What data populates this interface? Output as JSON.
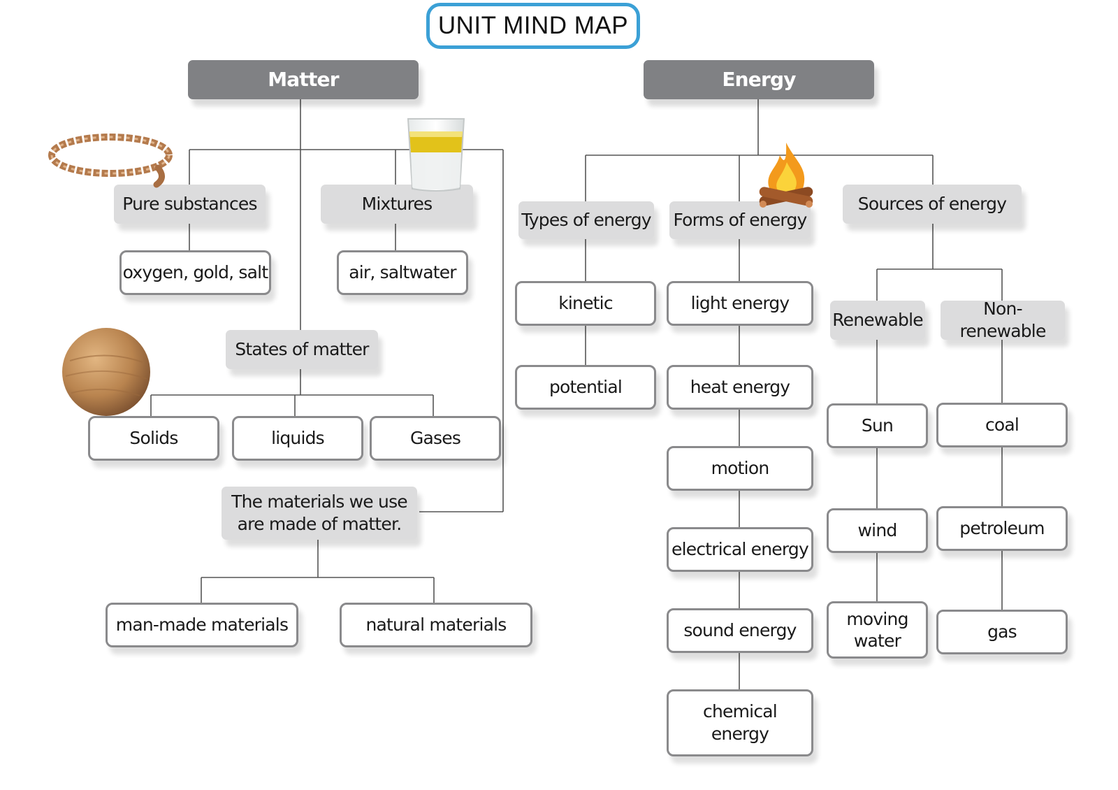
{
  "title": "UNIT MIND MAP",
  "matter": {
    "header": "Matter",
    "pure_substances": {
      "label": "Pure substances",
      "examples": "oxygen, gold, salt"
    },
    "mixtures": {
      "label": "Mixtures",
      "examples": "air, saltwater"
    },
    "states": {
      "label": "States of matter",
      "items": [
        "Solids",
        "liquids",
        "Gases"
      ]
    },
    "materials": {
      "line1": "The materials we use",
      "line2": "are made of matter.",
      "items": [
        "man-made materials",
        "natural materials"
      ]
    }
  },
  "energy": {
    "header": "Energy",
    "types": {
      "label": "Types of energy",
      "items": [
        "kinetic",
        "potential"
      ]
    },
    "forms": {
      "label": "Forms of energy",
      "items": [
        "light energy",
        "heat energy",
        "motion",
        "electrical energy",
        "sound energy"
      ],
      "chemical_line1": "chemical",
      "chemical_line2": "energy"
    },
    "sources": {
      "label": "Sources of energy",
      "renewable": {
        "label": "Renewable",
        "items": [
          "Sun",
          "wind"
        ],
        "water_line1": "moving",
        "water_line2": "water"
      },
      "non_renewable": {
        "label": "Non-renewable",
        "items": [
          "coal",
          "petroleum",
          "gas"
        ]
      }
    }
  },
  "pictures": [
    "bracelet-icon",
    "glass-of-water-icon",
    "wooden-ball-icon",
    "campfire-icon"
  ]
}
